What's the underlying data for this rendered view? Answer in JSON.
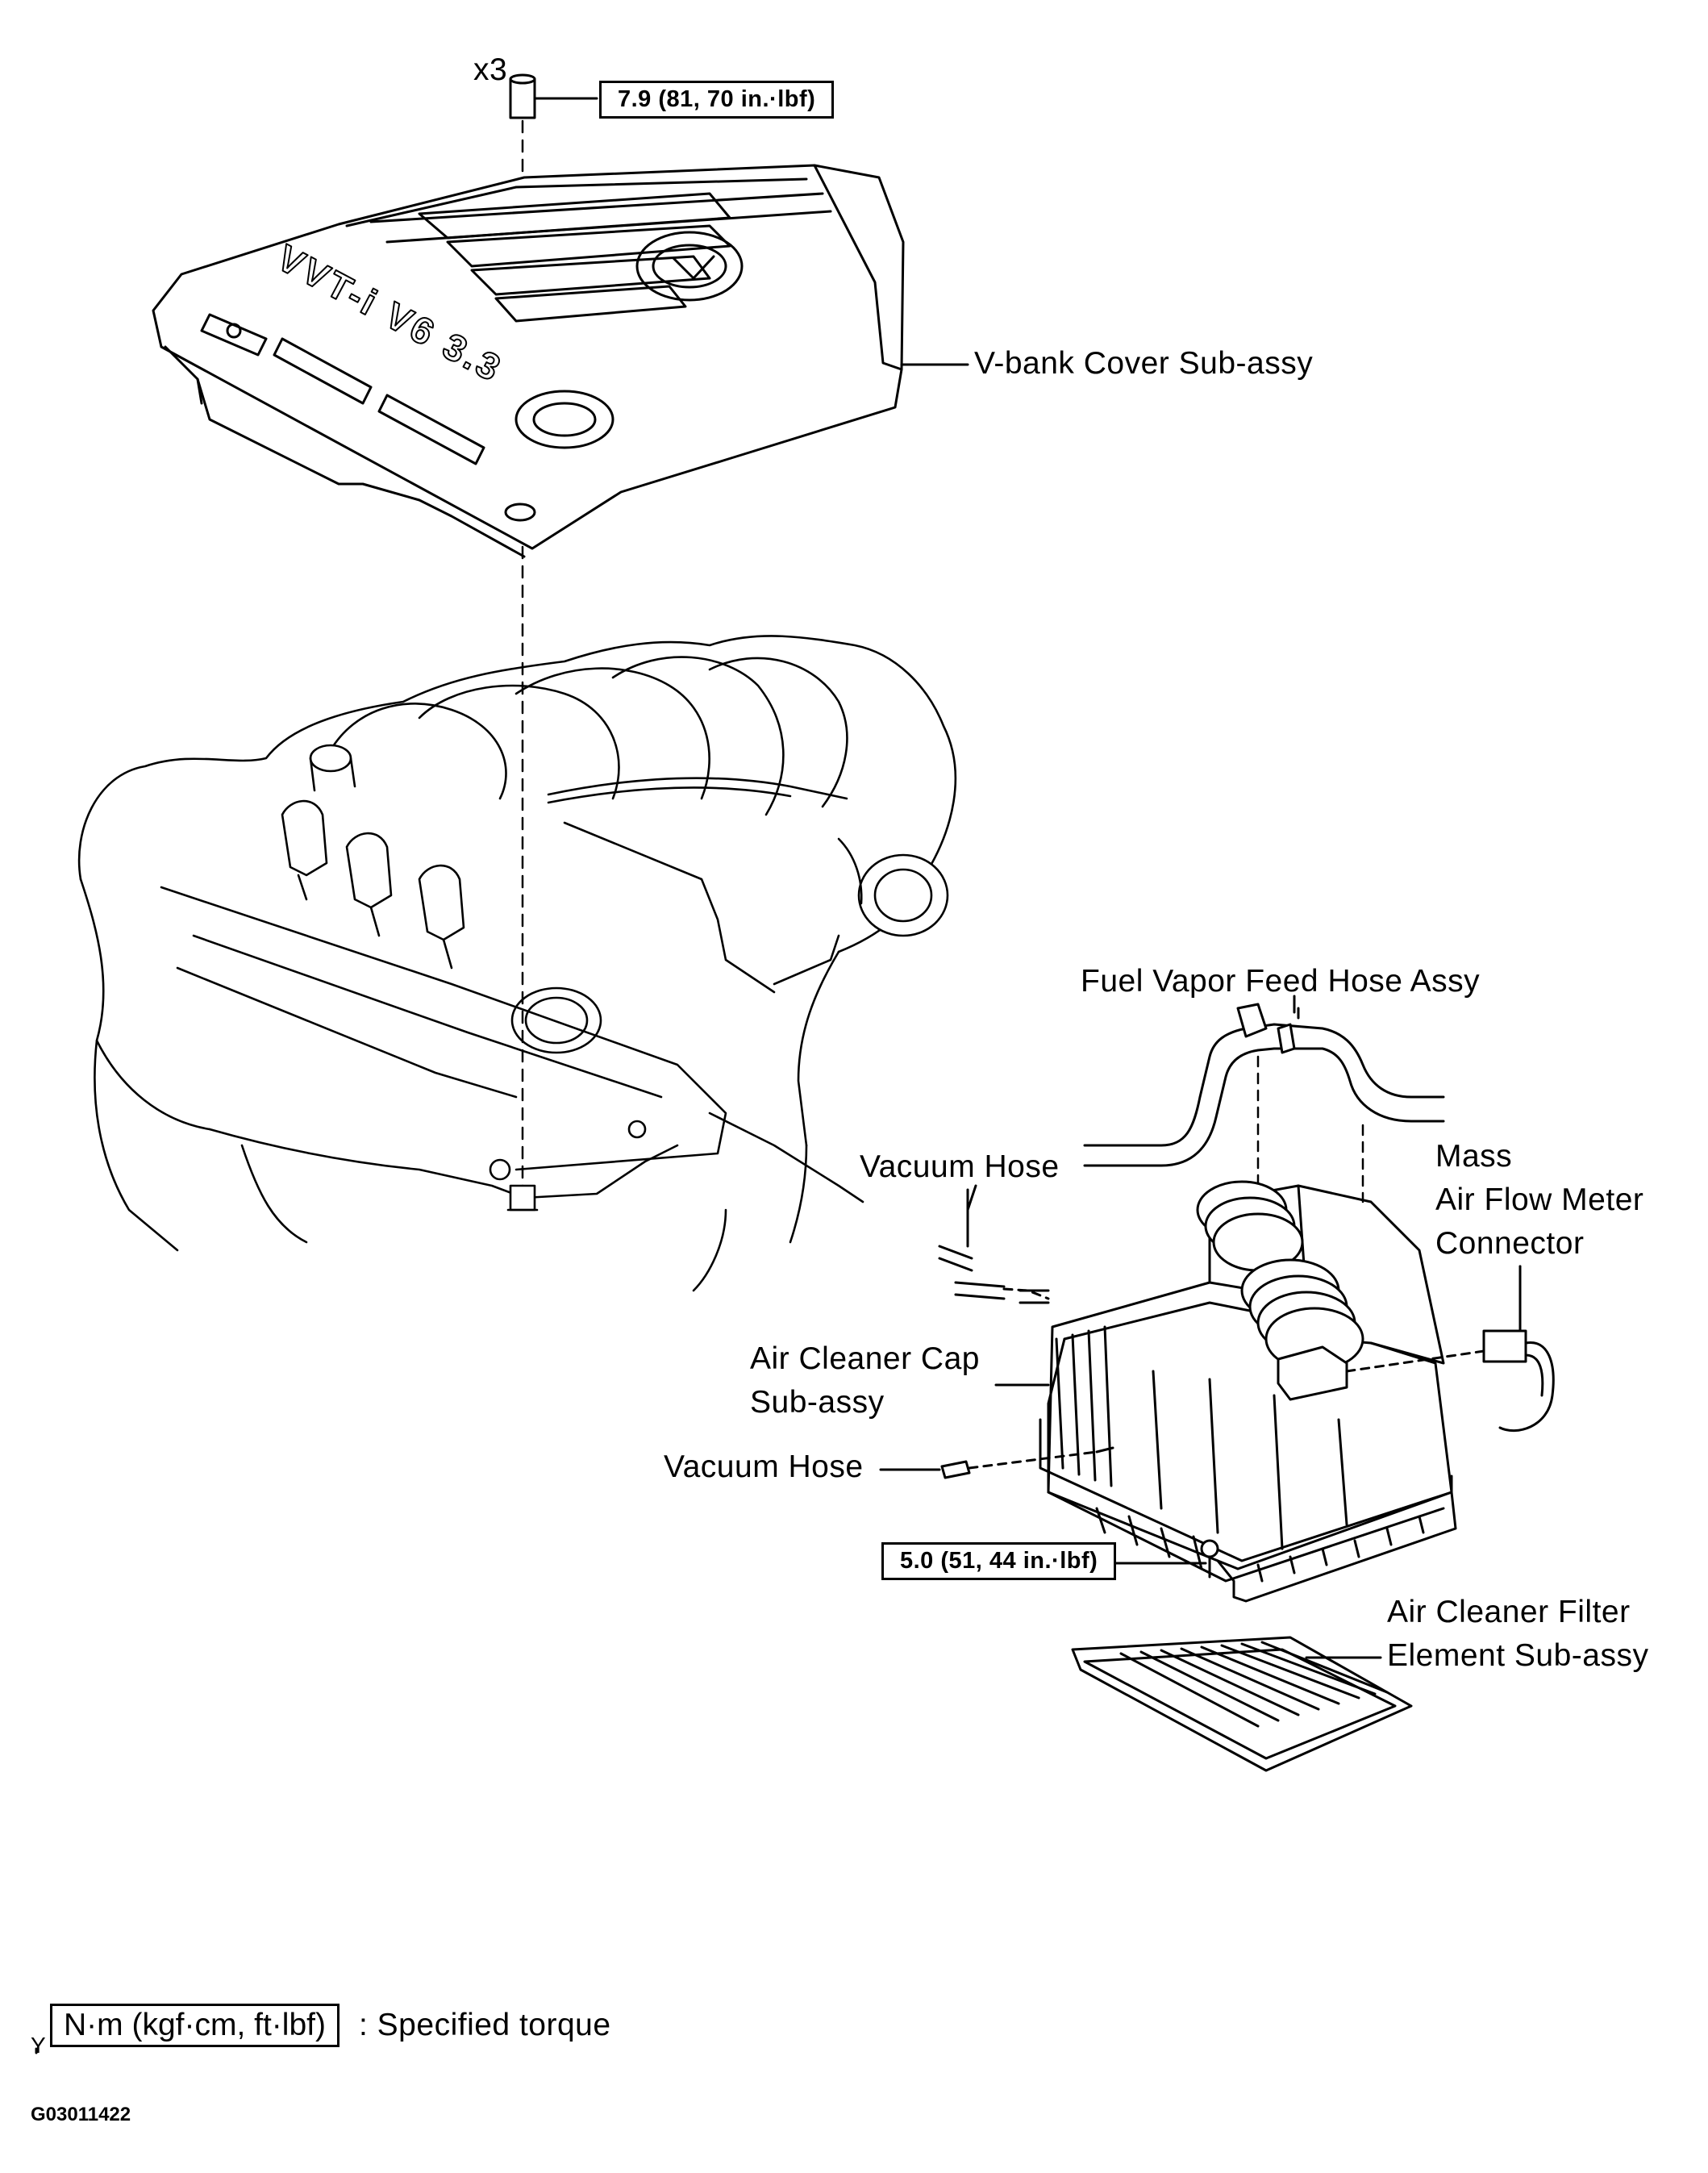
{
  "quantity_label": "x3",
  "torque_top": "7.9 (81, 70 in.·lbf)",
  "torque_bottom": "5.0 (51, 44 in.·lbf)",
  "cover_badge": "VVT-i V6 3.3",
  "parts": {
    "vbank_cover": "V-bank  Cover  Sub-assy",
    "fuel_vapor_hose": "Fuel Vapor Feed Hose Assy",
    "vacuum_hose_upper": "Vacuum Hose",
    "maf_line1": "Mass",
    "maf_line2": "Air Flow Meter",
    "maf_line3": "Connector",
    "air_cleaner_cap_line1": "Air Cleaner Cap",
    "air_cleaner_cap_line2": "Sub-assy",
    "vacuum_hose_lower": "Vacuum Hose",
    "filter_line1": "Air Cleaner Filter",
    "filter_line2": "Element  Sub-assy"
  },
  "legend": {
    "box_text": "N·m (kgf·cm, ft·lbf)",
    "description": ": Specified torque",
    "marker": "Y"
  },
  "figure_id": "G03011422"
}
